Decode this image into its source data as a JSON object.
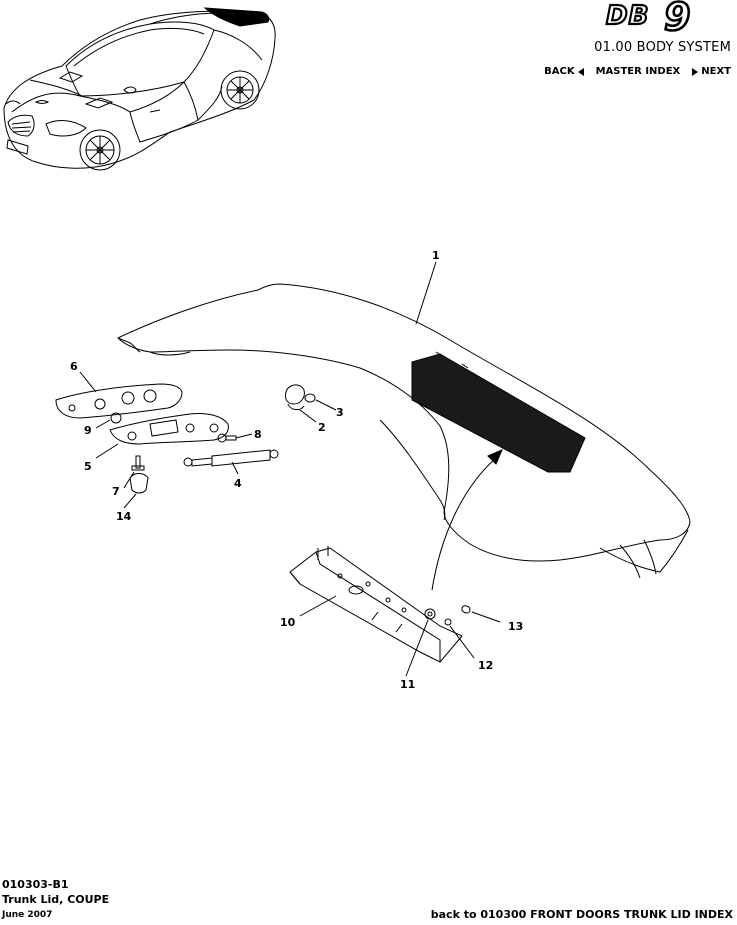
{
  "header": {
    "logo_text": "DB9",
    "system_title": "01.00 BODY SYSTEM"
  },
  "nav": {
    "back_label": "BACK",
    "master_index_label": "MASTER INDEX",
    "next_label": "NEXT"
  },
  "diagram": {
    "callouts": [
      "1",
      "2",
      "3",
      "4",
      "5",
      "6",
      "7",
      "8",
      "9",
      "10",
      "11",
      "12",
      "13",
      "14"
    ]
  },
  "footer": {
    "code": "010303-B1",
    "title": "Trunk Lid, COUPE",
    "date": "June 2007",
    "back_link": "back to 010300 FRONT DOORS TRUNK LID INDEX"
  },
  "colors": {
    "line": "#000000",
    "background": "#ffffff",
    "shaded_part": "#1a1a1a"
  }
}
